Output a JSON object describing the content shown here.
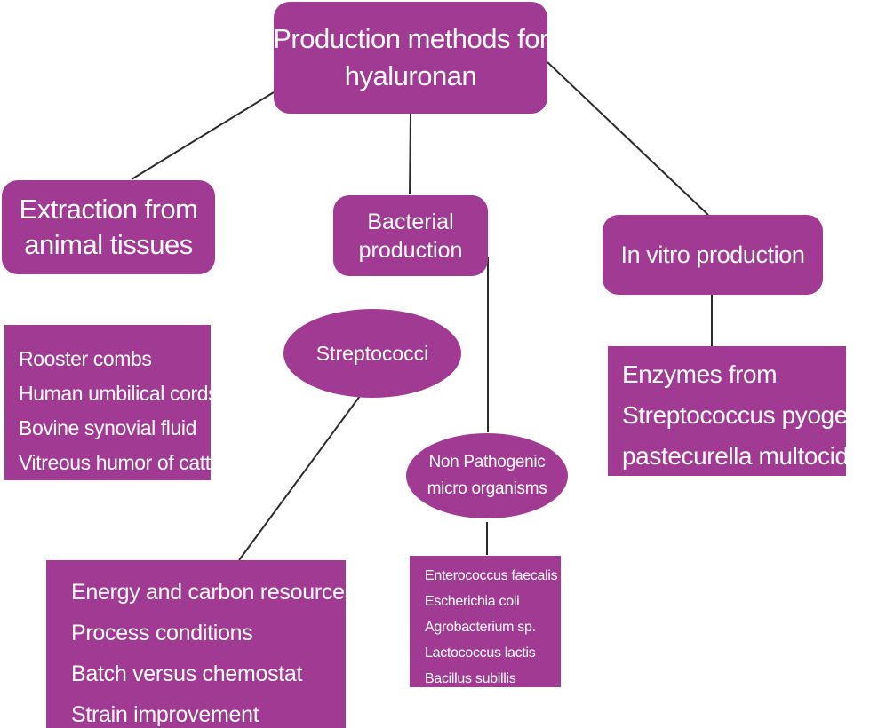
{
  "colors": {
    "node_fill": "#a13a92",
    "text": "#ffffff",
    "connector": "#2b2b2b"
  },
  "root": {
    "lines": [
      "Production methods for",
      "hyaluronan"
    ]
  },
  "extraction": {
    "lines": [
      "Extraction from",
      "animal tissues"
    ],
    "items": [
      "Rooster combs",
      "Human umbilical cords",
      "Bovine synovial fluid",
      "Vitreous humor of cattle"
    ]
  },
  "bacterial": {
    "lines": [
      "Bacterial",
      "production"
    ],
    "streptococci": {
      "label": "Streptococci",
      "items": [
        "Energy and carbon resources",
        "Process conditions",
        "Batch versus chemostat",
        "Strain improvement"
      ]
    },
    "non_pathogenic": {
      "lines": [
        "Non Pathogenic",
        "micro organisms"
      ],
      "items": [
        "Enterococcus faecalis",
        "Escherichia coli",
        "Agrobacterium sp.",
        "Lactococcus lactis",
        "Bacillus subillis"
      ]
    }
  },
  "in_vitro": {
    "label": "In vitro production",
    "items": [
      "Enzymes from",
      "Streptococcus pyogenes",
      "pastecurella multocida"
    ]
  }
}
